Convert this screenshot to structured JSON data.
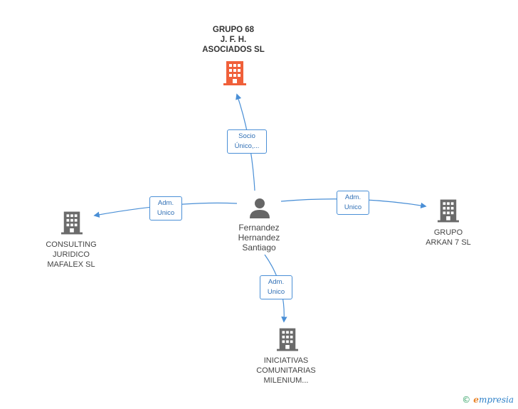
{
  "nodes": {
    "center": {
      "lines": [
        "Fernandez",
        "Hernandez",
        "Santiago"
      ],
      "icon": "person-icon"
    },
    "top": {
      "lines": [
        "GRUPO 68",
        "J.  F. H.",
        "ASOCIADOS SL"
      ],
      "icon": "building-icon",
      "color": "#f0603a"
    },
    "left": {
      "lines": [
        "CONSULTING",
        "JURIDICO",
        "MAFALEX SL"
      ],
      "icon": "building-icon",
      "color": "#6b6b6b"
    },
    "right": {
      "lines": [
        "GRUPO",
        "ARKAN 7 SL"
      ],
      "icon": "building-icon",
      "color": "#6b6b6b"
    },
    "bottom": {
      "lines": [
        "INICIATIVAS",
        "COMUNITARIAS",
        "MILENIUM..."
      ],
      "icon": "building-icon",
      "color": "#6b6b6b"
    }
  },
  "edges": {
    "top": [
      "Socio",
      "Único,..."
    ],
    "left": [
      "Adm.",
      "Unico"
    ],
    "right": [
      "Adm.",
      "Unico"
    ],
    "bottom": [
      "Adm.",
      "Unico"
    ]
  },
  "colors": {
    "edge": "#4a8fd6",
    "person": "#666666"
  },
  "brand": {
    "copyright": "©",
    "first": "e",
    "rest": "mpresia"
  }
}
